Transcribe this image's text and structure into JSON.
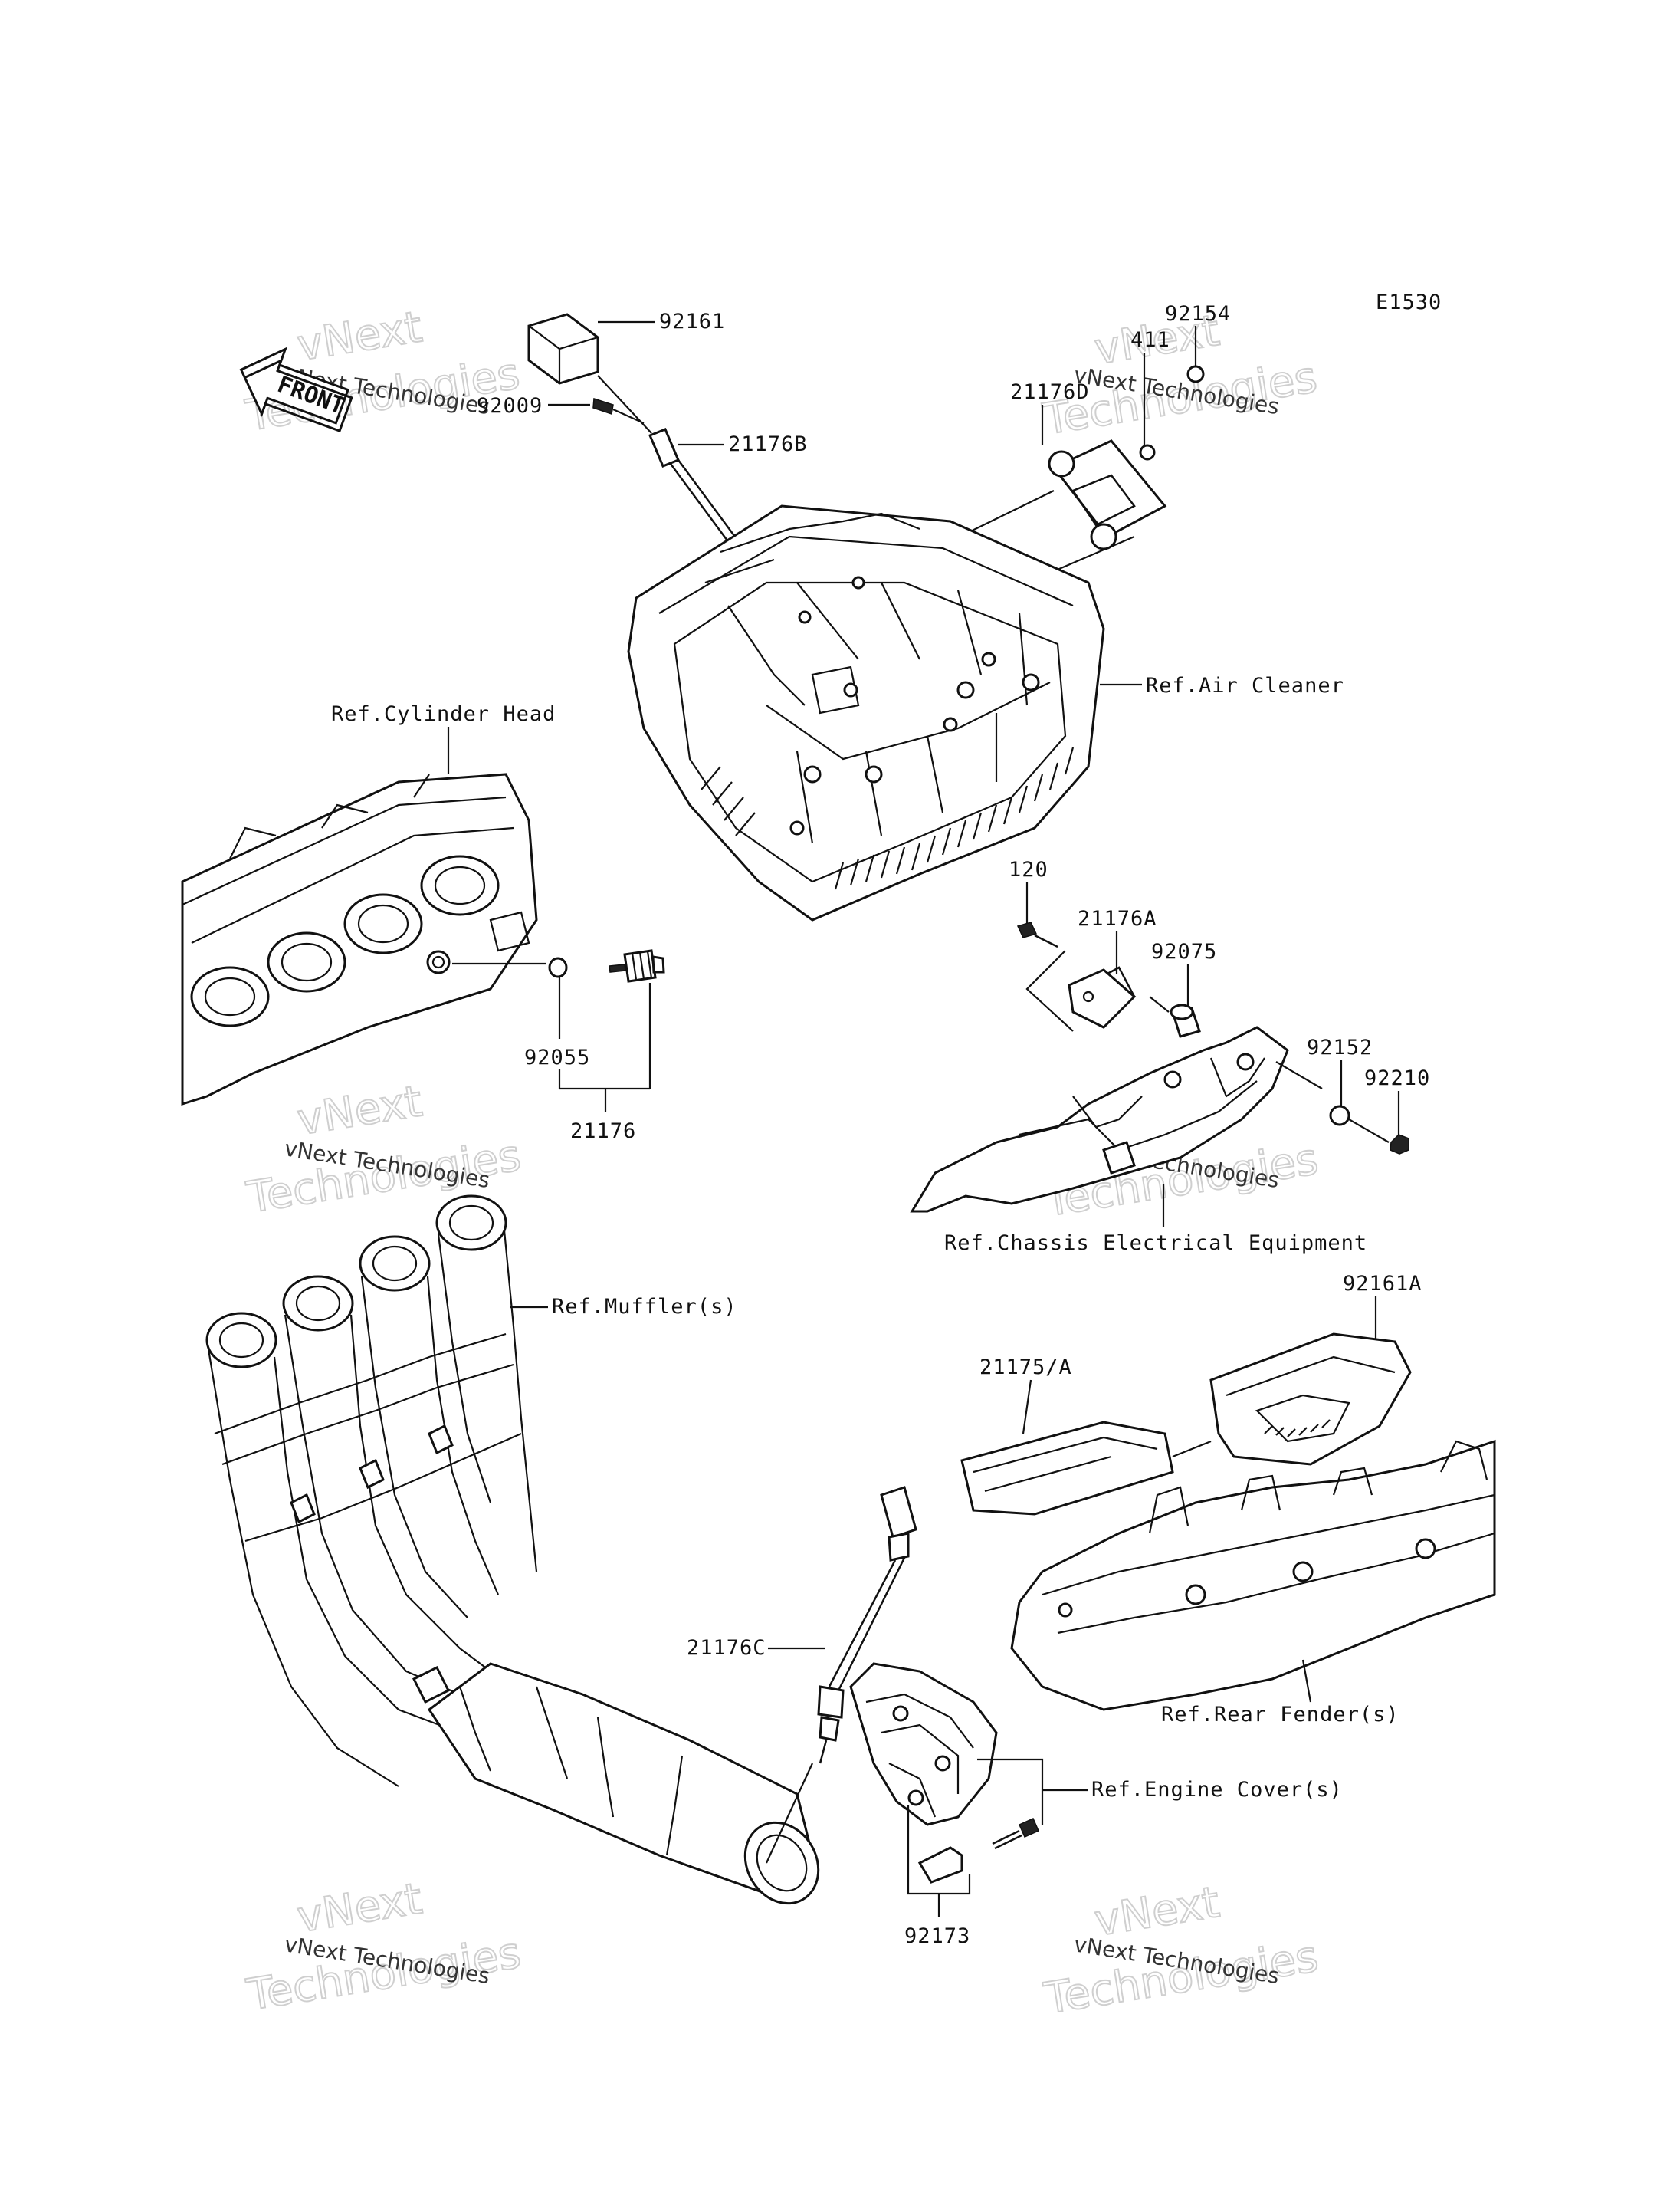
{
  "diagram_code": "E1530",
  "front_arrow": {
    "label": "FRONT"
  },
  "watermark": {
    "line1": "vNext Technologies",
    "line2": "vNext",
    "line3": "Technologies"
  },
  "parts": {
    "p92161": "92161",
    "p92009": "92009",
    "p21176B": "21176B",
    "p92154": "92154",
    "p411": "411",
    "p21176D": "21176D",
    "p120": "120",
    "p21176A": "21176A",
    "p92075": "92075",
    "p92152": "92152",
    "p92210": "92210",
    "p92055": "92055",
    "p21176": "21176",
    "p92161A": "92161A",
    "p21175A": "21175/A",
    "p21176C": "21176C",
    "p92173": "92173"
  },
  "refs": {
    "air_cleaner": "Ref.Air Cleaner",
    "cylinder_head": "Ref.Cylinder Head",
    "chassis_electrical": "Ref.Chassis Electrical Equipment",
    "mufflers": "Ref.Muffler(s)",
    "rear_fender": "Ref.Rear Fender(s)",
    "engine_cover": "Ref.Engine Cover(s)"
  }
}
